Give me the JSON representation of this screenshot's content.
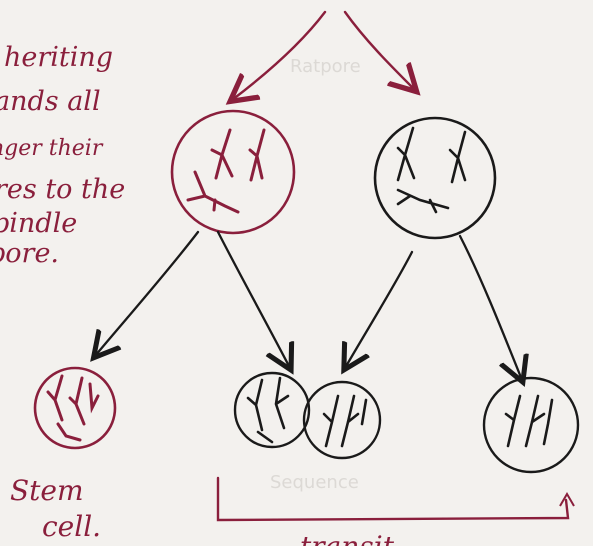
{
  "colors": {
    "paper": "#f3f1ee",
    "maroon": "#8a1f3c",
    "ink": "#1a1a1a",
    "pencil": "#d9d6d2"
  },
  "side_note": {
    "lines": [
      "heriting",
      "ands all",
      "nger their",
      "res to the",
      "pindle",
      "pore."
    ]
  },
  "labels": {
    "stem_cell_line1": "Stem",
    "stem_cell_line2": "cell.",
    "bottom_partial": "transit",
    "faint_top": "Ratpore",
    "faint_bottom": "Sequence"
  },
  "icons": {
    "division_arrow": "arrow-icon",
    "cell": "cell-icon",
    "chromosome": "chromosome-icon"
  }
}
